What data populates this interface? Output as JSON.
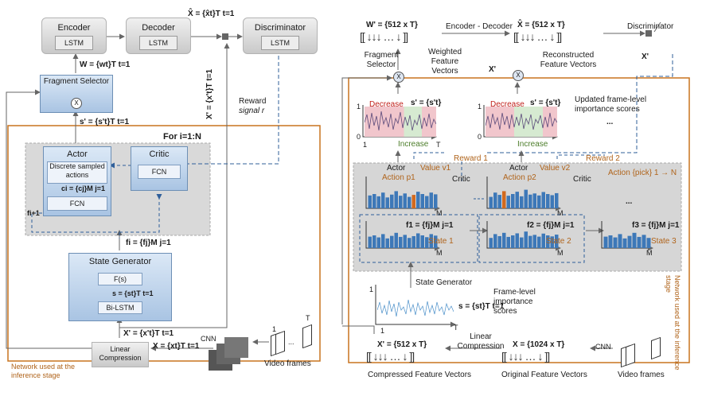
{
  "left": {
    "encoder": {
      "title": "Encoder",
      "lstm": "LSTM"
    },
    "decoder": {
      "title": "Decoder",
      "lstm": "LSTM"
    },
    "discriminator": {
      "title": "Discriminator",
      "lstm": "LSTM"
    },
    "xhat_label": "X̂ = {x̂t}T t=1",
    "w_label": "W = {wt}T t=1",
    "fragment_selector": "Fragment Selector",
    "x_mult": "X",
    "xprime_vertical": "X' = {x't}T t=1",
    "reward_label": "Reward",
    "signal_label": "signal r",
    "s_prime_label": "s' = {s't}T t=1",
    "loop_label": "For i=1:N",
    "actor_title": "Actor",
    "critic_title": "Critic",
    "discrete_actions": "Discrete sampled actions",
    "c_label": "ci = {cj}M j=1",
    "fcn_actor": "FCN",
    "fcn_critic": "FCN",
    "f_i_plus_1": "fi+1",
    "f_i_label": "fi = {fj}M j=1",
    "state_generator_title": "State Generator",
    "fs_label": "F(s)",
    "s_label": "s = {st}T t=1",
    "bilstm": "Bi-LSTM",
    "xprime_label": "X' = {x't}T t=1",
    "x_label": "X = {xt}T t=1",
    "linear_compression": "Linear Compression",
    "cnn": "CNN",
    "frame_first": "1",
    "frame_last": "T",
    "frame_dots": "...",
    "video_frames": "Video frames",
    "inference_note": "Network used at the inference stage"
  },
  "right": {
    "w_prime": "W' = {512 x T}",
    "encoder_decoder": "Encoder - Decoder",
    "xhat": "X̂ = {512 x T}",
    "discriminator": "Discriminator",
    "fragment_selector": "Fragment Selector",
    "weighted": "Weighted Feature Vectors",
    "reconstructed": "Reconstructed Feature Vectors",
    "xprime_mid": "X'",
    "xprime_right": "X'",
    "mult_symbol": "X",
    "decrease_1": "Decrease",
    "decrease_2": "Decrease",
    "increase_1": "Increase",
    "increase_2": "Increase",
    "sprime_1": "s' = {s't}",
    "sprime_2": "s' = {s't}",
    "updated_scores": "Updated frame-level importance scores",
    "dots_scores": "...",
    "axis_one": "1",
    "axis_zero": "0",
    "axis_T": "T",
    "axis_M": "M",
    "reward_1": "Reward 1",
    "reward_2": "Reward 2",
    "actor": "Actor",
    "critic": "Critic",
    "value_1": "Value v1",
    "value_2": "Value v2",
    "action_1": "Action p1",
    "action_2": "Action p2",
    "action_pick": "Action {pick} 1 → N",
    "f1": "f1 = {fj}M j=1",
    "f2": "f2 = {fj}M j=1",
    "f3": "f3 = {fj}M j=1",
    "state_1": "State 1",
    "state_2": "State 2",
    "state_3": "State 3",
    "dots_states": "...",
    "state_generator": "State Generator",
    "s_label": "s = {st}T t=1",
    "frame_level": "Frame-level importance scores",
    "xprime_dim": "X' = {512 x T}",
    "linear_compression": "Linear Compression",
    "x_dim": "X = {1024 x T}",
    "cnn": "CNN",
    "video_frames": "Video frames",
    "compressed": "Compressed Feature Vectors",
    "original": "Original Feature Vectors",
    "inference_note": "Network used at the inference stage"
  },
  "chart_data": [
    {
      "type": "bar",
      "title": "",
      "series": [
        {
          "name": "",
          "values": [
            0.45,
            0.5,
            0.42,
            0.55,
            0.38,
            0.48,
            0.6,
            0.44,
            0.52,
            0.4,
            0.47,
            0.58,
            0.5,
            0.43,
            0.55,
            0.49
          ]
        }
      ]
    },
    {
      "type": "bar",
      "title": "",
      "series": [
        {
          "name": "",
          "values": [
            0.4,
            0.55,
            0.47,
            0.6,
            0.44,
            0.5,
            0.58,
            0.42,
            0.65,
            0.48,
            0.52,
            0.45,
            0.57,
            0.5,
            0.46,
            0.53
          ]
        }
      ]
    }
  ],
  "colors": {
    "bar": "#3d78b8",
    "highlight": "#d2691e",
    "orange_frame": "#c8741f",
    "dashed": "#2f5f9a",
    "arrow": "#666666"
  }
}
